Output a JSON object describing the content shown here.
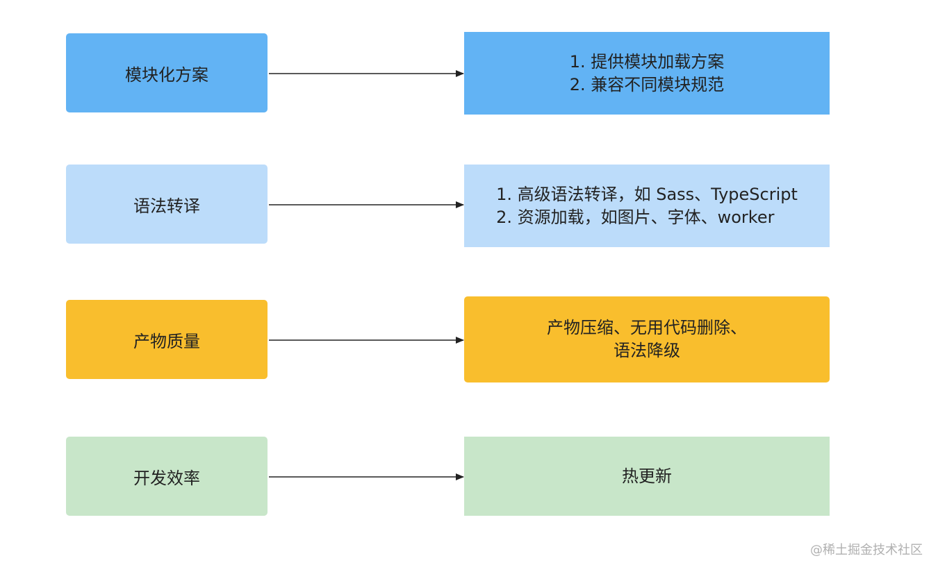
{
  "rows": [
    {
      "left": "模块化方案",
      "right_lines": [
        "1. 提供模块加载方案",
        "2. 兼容不同模块规范"
      ],
      "color": "#62b3f4"
    },
    {
      "left": "语法转译",
      "right_lines": [
        "1. 高级语法转译，如 Sass、TypeScript",
        "2. 资源加载，如图片、字体、worker"
      ],
      "color": "#bcdcfa"
    },
    {
      "left": "产物质量",
      "right_lines": [
        "产物压缩、无用代码删除、",
        "语法降级"
      ],
      "color": "#f9be2d"
    },
    {
      "left": "开发效率",
      "right_lines": [
        "热更新"
      ],
      "color": "#c8e6c9"
    }
  ],
  "watermark": "@稀土掘金技术社区"
}
